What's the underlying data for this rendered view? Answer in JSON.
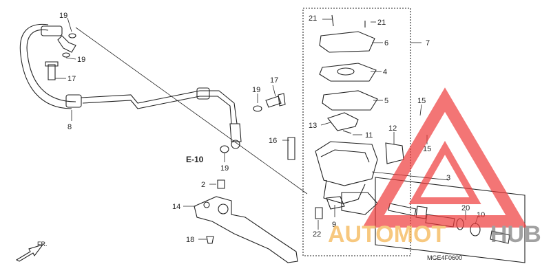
{
  "diagram": {
    "callouts": {
      "c19a": "19",
      "c19b": "19",
      "c17a": "17",
      "c8": "8",
      "c19c": "19",
      "c17b": "17",
      "c19d": "19",
      "c16": "16",
      "c21a": "21",
      "c21b": "21",
      "c6": "6",
      "c4": "4",
      "c5": "5",
      "c13": "13",
      "c11": "11",
      "c7": "7",
      "c12": "12",
      "c15a": "15",
      "c15b": "15",
      "c3": "3",
      "c20": "20",
      "c10": "10",
      "c2": "2",
      "c14": "14",
      "c9": "9",
      "c22": "22",
      "c18": "18"
    },
    "ref_label": "E-10",
    "direction_label": "FR.",
    "drawing_code": "MGE4F0600"
  },
  "watermark": {
    "text_left": "AUTOMOT",
    "text_right": "HUB",
    "color_left": "#f5b24a",
    "color_right": "#7a7a7a",
    "triangle_color": "#ee3b3b"
  }
}
